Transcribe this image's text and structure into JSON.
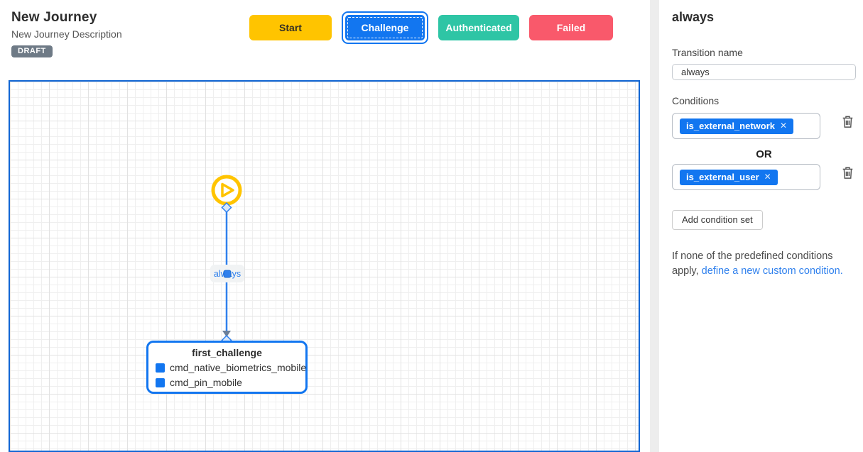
{
  "header": {
    "title": "New Journey",
    "description": "New Journey Description",
    "badge": "DRAFT"
  },
  "toolbar": {
    "start": {
      "label": "Start",
      "color": "#FFC400"
    },
    "challenge": {
      "label": "Challenge",
      "color": "#1276F0",
      "selected": true
    },
    "authenticated": {
      "label": "Authenticated",
      "color": "#2EC5A5"
    },
    "failed": {
      "label": "Failed",
      "color": "#F9596B"
    }
  },
  "canvas": {
    "start_node": {
      "icon": "play-icon",
      "color": "#FFC400"
    },
    "edge": {
      "label": "always",
      "color": "#2F80ED"
    },
    "node": {
      "title": "first_challenge",
      "border_color": "#1276F0",
      "items": [
        "cmd_native_biometrics_mobile",
        "cmd_pin_mobile"
      ]
    }
  },
  "panel": {
    "title": "always",
    "transition_name": {
      "label": "Transition name",
      "value": "always"
    },
    "conditions": {
      "label": "Conditions",
      "separator": "OR",
      "sets": [
        {
          "chips": [
            {
              "label": "is_external_network"
            }
          ]
        },
        {
          "chips": [
            {
              "label": "is_external_user"
            }
          ]
        }
      ],
      "add_button": "Add condition set"
    },
    "footer": {
      "text_prefix": "If none of the predefined conditions apply, ",
      "link_text": "define a new custom condition."
    }
  },
  "icons": {
    "close_glyph": "✕"
  },
  "colors": {
    "accent_blue": "#1276F0",
    "edge_blue": "#2F80ED",
    "start_yellow": "#FFC400",
    "auth_teal": "#2EC5A5",
    "failed_red": "#F9596B",
    "canvas_border": "#1266D4",
    "badge_gray": "#6E7A86"
  }
}
